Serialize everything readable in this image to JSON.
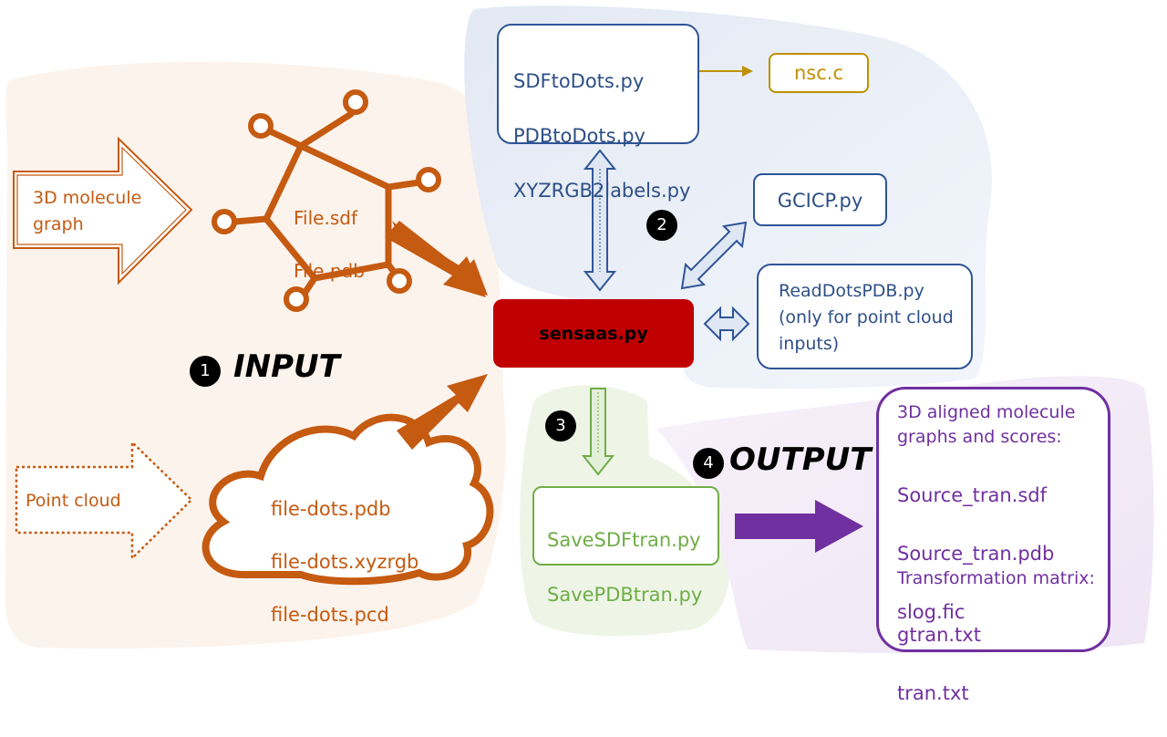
{
  "diagram": {
    "input": {
      "step_number": "1",
      "title": "INPUT",
      "molecule_label": "3D molecule\ngraph",
      "molecule_files": [
        "File.sdf",
        "File.pdb"
      ],
      "pointcloud_label": "Point cloud",
      "pointcloud_files": [
        "file-dots.pdb",
        "file-dots.xyzrgb",
        "file-dots.pcd"
      ]
    },
    "processing": {
      "step_number": "2",
      "dots_scripts": [
        "SDFtoDots.py",
        "PDBtoDots.py",
        "XYZRGB2labels.py"
      ],
      "nsc": "nsc.c",
      "gcicp": "GCICP.py",
      "readdots": "ReadDotsPDB.py\n(only for point cloud\ninputs)"
    },
    "main": {
      "label": "sensaas.py"
    },
    "save": {
      "step_number": "3",
      "scripts": [
        "SaveSDFtran.py",
        "SavePDBtran.py"
      ]
    },
    "output": {
      "step_number": "4",
      "title": "OUTPUT",
      "heading": "3D aligned molecule\ngraphs and scores:",
      "files": [
        "Source_tran.sdf",
        "Source_tran.pdb",
        "slog.fic"
      ],
      "matrix_heading": "Transformation matrix:",
      "matrix_files": [
        "gtran.txt",
        "tran.txt"
      ]
    }
  },
  "colors": {
    "orange": "#c55a11",
    "blue": "#2f5597",
    "gold": "#bf9000",
    "green": "#70ad47",
    "purple": "#7030a0",
    "red": "#c00000"
  }
}
